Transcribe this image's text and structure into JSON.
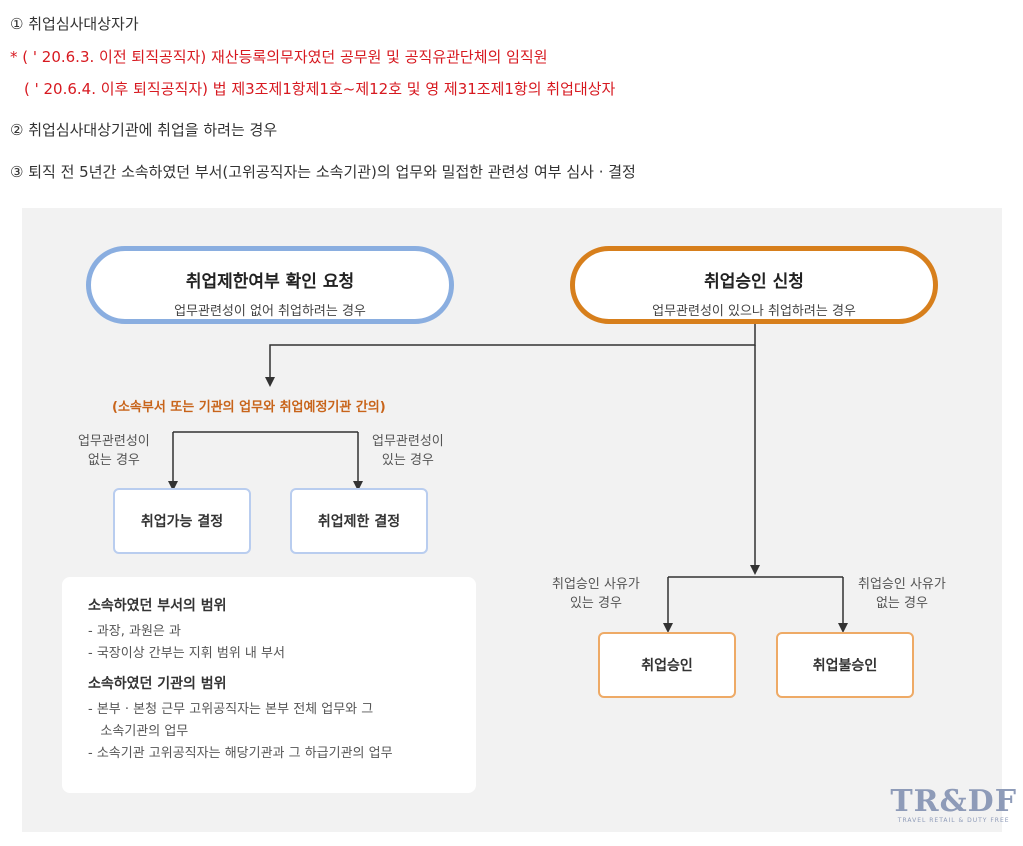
{
  "intro": {
    "line1": "① 취업심사대상자가",
    "line2": "* ( ' 20.6.3. 이전 퇴직공직자) 재산등록의무자였던 공무원 및 공직유관단체의 임직원",
    "line3": "( ' 20.6.4. 이후 퇴직공직자) 법 제3조제1항제1호~제12호 및 영 제31조제1항의 취업대상자",
    "line4": "② 취업심사대상기관에 취업을 하려는 경우",
    "line5": "③ 퇴직 전 5년간 소속하였던 부서(고위공직자는 소속기관)의 업무와 밀접한 관련성 여부 심사 · 결정"
  },
  "diagram": {
    "left_pill": {
      "title": "취업제한여부 확인 요청",
      "subtitle": "업무관련성이 없어 취업하려는 경우"
    },
    "right_pill": {
      "title": "취업승인 신청",
      "subtitle": "업무관련성이 있으나 취업하려는 경우"
    },
    "note": "(소속부서 또는 기관의 업무와 취업예정기관 간의)",
    "left_branch_no": [
      "업무관련성이",
      "없는 경우"
    ],
    "left_branch_yes": [
      "업무관련성이",
      "있는 경우"
    ],
    "box_possible": "취업가능 결정",
    "box_restricted": "취업제한 결정",
    "right_branch_yes": [
      "취업승인 사유가",
      "있는 경우"
    ],
    "right_branch_no": [
      "취업승인 사유가",
      "없는 경우"
    ],
    "box_approved": "취업승인",
    "box_disapproved": "취업불승인",
    "card": {
      "heading1": "소속하였던 부서의 범위",
      "items1": [
        "- 과장, 과원은 과",
        "- 국장이상 간부는 지휘 범위 내 부서"
      ],
      "heading2": "소속하였던 기관의 범위",
      "items2": [
        "- 본부 · 본청 근무 고위공직자는 본부 전체 업무와 그",
        "   소속기관의 업무",
        "- 소속기관 고위공직자는 해당기관과 그 하급기관의 업무"
      ]
    }
  },
  "logo": {
    "main": "TR&DF",
    "tagline": "TRAVEL RETAIL & DUTY FREE"
  },
  "colors": {
    "blue_pill": "#8aaee0",
    "orange_pill": "#d77f1c",
    "red_text": "#d71920",
    "orange_note": "#c8641a"
  }
}
